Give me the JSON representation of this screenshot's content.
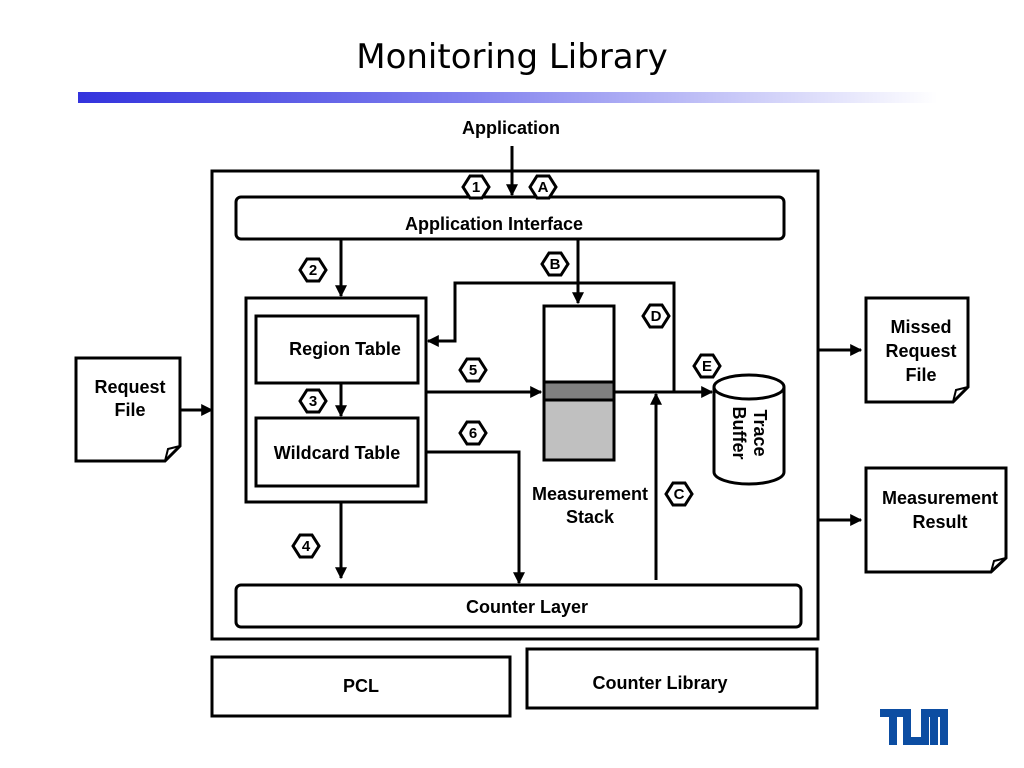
{
  "slide": {
    "title": "Monitoring Library",
    "logo_text": "TUM"
  },
  "diagram": {
    "application": "Application",
    "application_interface": "Application Interface",
    "region_table": "Region Table",
    "wildcard_table": "Wildcard Table",
    "counter_layer": "Counter Layer",
    "measurement_stack": [
      "Measurement",
      "Stack"
    ],
    "trace_buffer": [
      "Trace",
      "Buffer"
    ],
    "request_file": [
      "Request",
      "File"
    ],
    "missed_request_file": [
      "Missed",
      "Request",
      "File"
    ],
    "measurement_result": [
      "Measurement",
      "Result"
    ],
    "pcl": "PCL",
    "counter_library": "Counter Library",
    "steps": [
      "1",
      "2",
      "3",
      "4",
      "5",
      "6"
    ],
    "letters": [
      "A",
      "B",
      "C",
      "D",
      "E"
    ]
  },
  "colors": {
    "accent_bar": "#3333dd",
    "stack_fill": "#c0c0c0",
    "stack_band": "#808080",
    "stroke": "#000000"
  }
}
